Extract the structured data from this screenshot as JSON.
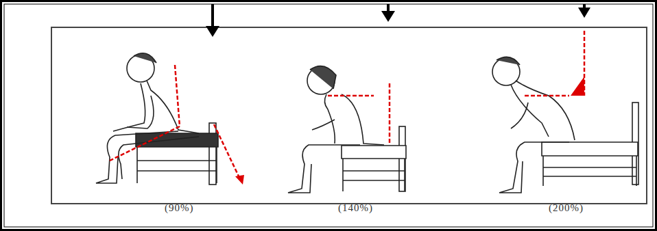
{
  "diagram": {
    "labels": [
      "(90%)",
      "(140%)",
      "(200%)"
    ]
  }
}
